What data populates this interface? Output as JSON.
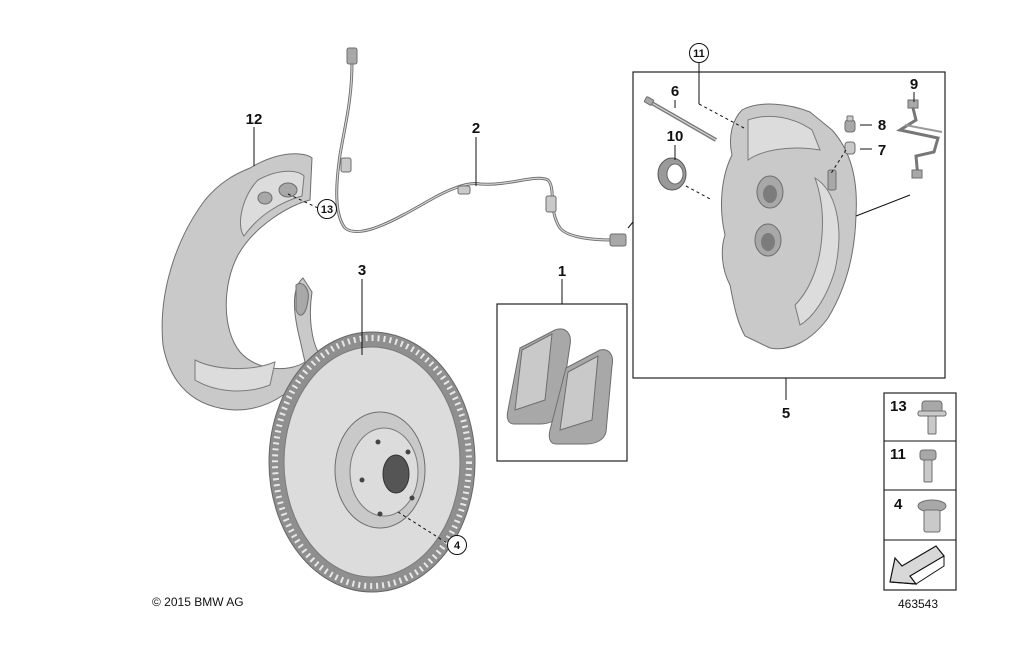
{
  "labels": {
    "p1": "1",
    "p2": "2",
    "p3": "3",
    "p4": "4",
    "p5": "5",
    "p6": "6",
    "p7": "7",
    "p8": "8",
    "p9": "9",
    "p10": "10",
    "p11": "11",
    "p12": "12",
    "p13": "13"
  },
  "legend": {
    "row1": "13",
    "row2": "11",
    "row3": "4"
  },
  "footer": {
    "copyright": "© 2015 BMW AG",
    "diagram_number": "463543"
  }
}
